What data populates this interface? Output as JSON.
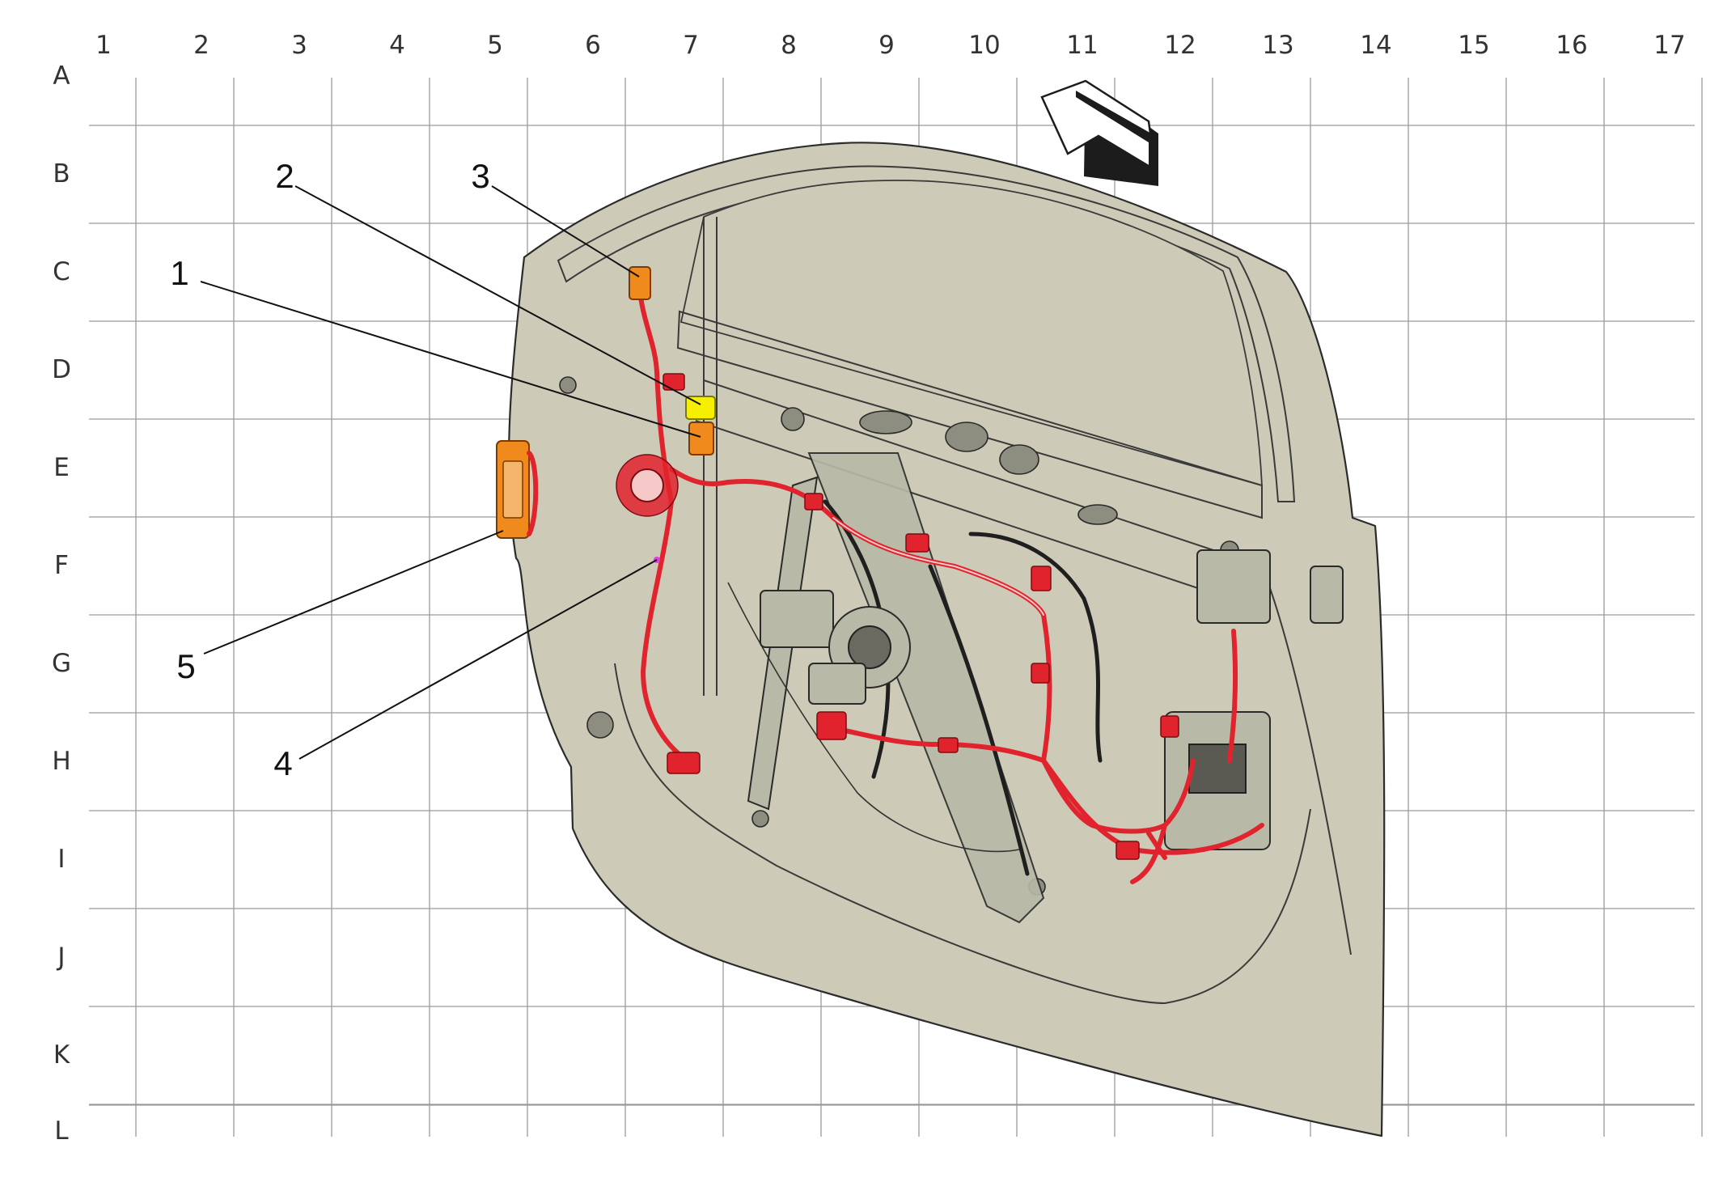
{
  "grid": {
    "column_labels": [
      "1",
      "2",
      "3",
      "4",
      "5",
      "6",
      "7",
      "8",
      "9",
      "10",
      "11",
      "12",
      "13",
      "14",
      "15",
      "16",
      "17"
    ],
    "row_labels": [
      "A",
      "B",
      "C",
      "D",
      "E",
      "F",
      "G",
      "H",
      "I",
      "J",
      "K",
      "L"
    ]
  },
  "callouts": [
    "1",
    "2",
    "3",
    "4",
    "5"
  ],
  "colors": {
    "door_body": "#cdcbb8",
    "harness": "#e0232d",
    "component_orange": "#f08a1c",
    "component_yellow": "#f6f000",
    "grid": "#9a9a9a",
    "direction_arrow": "#1c1c1c"
  },
  "icons": [
    "forward-direction-arrow-icon"
  ]
}
